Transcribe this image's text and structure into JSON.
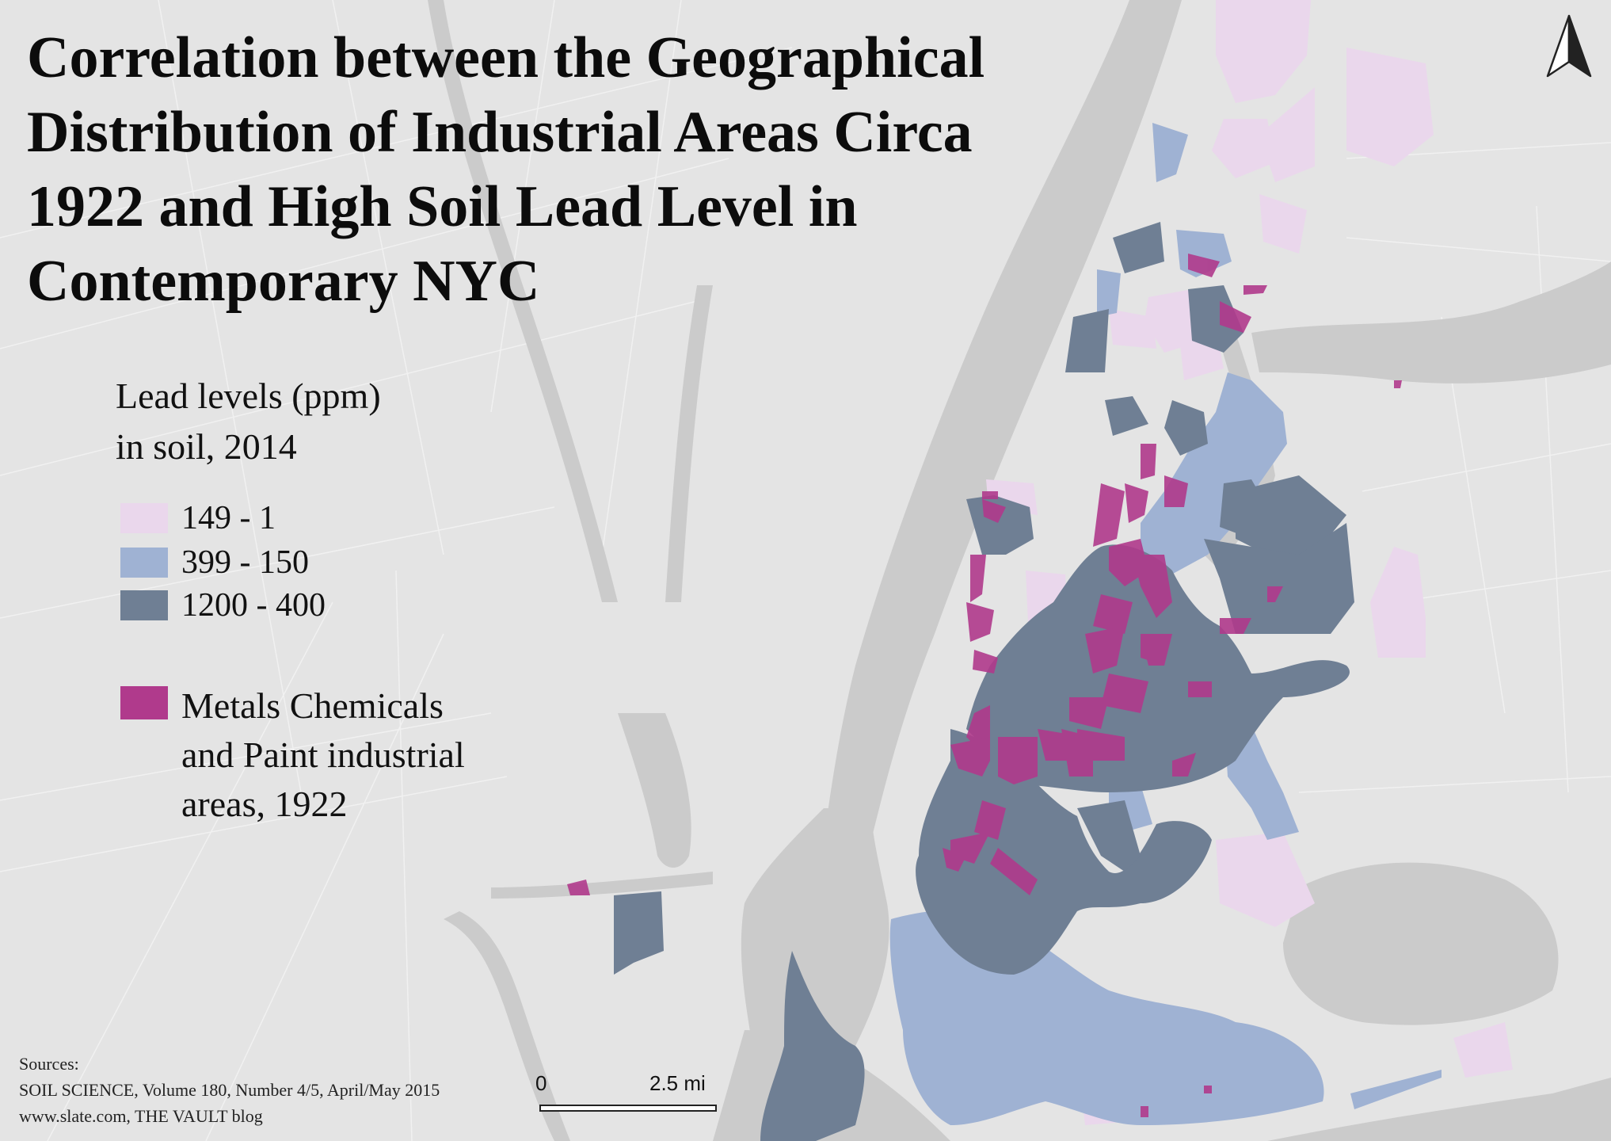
{
  "title": [
    "Correlation between the Geographical",
    "Distribution of Industrial Areas Circa",
    "1922 and High Soil Lead Level in",
    "Contemporary NYC"
  ],
  "legend": {
    "title": [
      "Lead levels (ppm)",
      "in soil, 2014"
    ],
    "classes": [
      {
        "label": "149 - 1",
        "color": "#ead7ec"
      },
      {
        "label": "399 - 150",
        "color": "#9fb2d3"
      },
      {
        "label": "1200 - 400",
        "color": "#6f7f94"
      }
    ],
    "industry": {
      "label": [
        "Metals Chemicals",
        "and Paint industrial",
        "areas, 1922"
      ],
      "color": "#b03a8c"
    }
  },
  "sources": [
    "Sources:",
    "SOIL SCIENCE, Volume 180, Number 4/5, April/May 2015",
    "www.slate.com, THE VAULT blog"
  ],
  "scale_bar": {
    "start": "0",
    "end": "2.5 mi"
  },
  "icons": {
    "north_arrow": "north-arrow-icon"
  },
  "colors": {
    "water": "#cbcbcb",
    "land": "#e3e3e3"
  }
}
